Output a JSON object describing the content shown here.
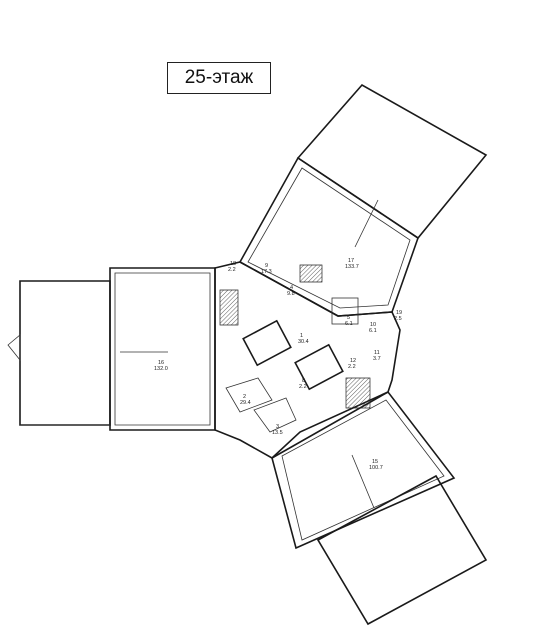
{
  "title": "25-этаж",
  "rooms": [
    {
      "num": "1",
      "area": "30.4"
    },
    {
      "num": "2",
      "area": "29.4"
    },
    {
      "num": "3",
      "area": "13.5"
    },
    {
      "num": "4",
      "area": "9.8"
    },
    {
      "num": "5",
      "area": "6.1"
    },
    {
      "num": "8",
      "area": "2.2"
    },
    {
      "num": "9",
      "area": "17.3"
    },
    {
      "num": "10",
      "area": "6.1"
    },
    {
      "num": "11",
      "area": "3.7"
    },
    {
      "num": "12",
      "area": "2.2"
    },
    {
      "num": "15",
      "area": "100.7"
    },
    {
      "num": "16",
      "area": "132.0"
    },
    {
      "num": "17",
      "area": "133.7"
    },
    {
      "num": "18",
      "area": "2.2"
    },
    {
      "num": "19",
      "area": "2.5"
    }
  ]
}
